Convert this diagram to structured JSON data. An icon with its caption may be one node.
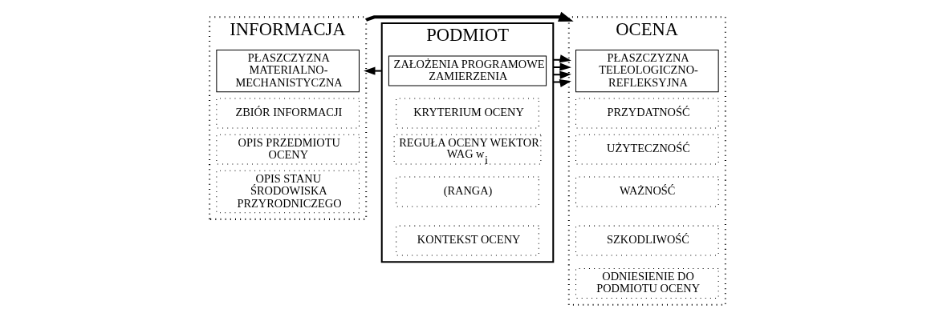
{
  "diagram": {
    "nodes": [
      {
        "text": [
          "INFORMACJA"
        ]
      },
      {
        "text": [
          "PŁASZCZYZNA MATERIALNO-MECHANISTYCZNA"
        ],
        "in": 0
      },
      {
        "text": [
          "ZBIÓR INFORMACJI"
        ],
        "in": 0
      },
      {
        "text": [
          "OPIS PRZEDMIOTU OCENY"
        ],
        "in": 0
      },
      {
        "text": [
          "OPIS STANU ŚRODOWISKA PRZYRODNICZEGO"
        ],
        "in": 0
      },
      {
        "text": [
          "PODMIOT"
        ]
      },
      {
        "text": [
          "ZAŁOŻENIA PROGRAMOWE ZAMIERZENIA"
        ],
        "in": 5
      },
      {
        "text": [
          "KRYTERIUM OCENY"
        ],
        "in": 5
      },
      {
        "text": [
          "REGUŁA OCENY WEKTOR WAG w$_{i}$"
        ],
        "in": 5
      },
      {
        "text": [
          "(RANGA)"
        ],
        "in": 5
      },
      {
        "text": [
          "KONTEKST OCENY"
        ],
        "in": 5
      },
      {
        "text": [
          "OCENA"
        ]
      },
      {
        "text": [
          "PŁASZCZYZNA TELEOLOGICZNO-REFLEKSYJNA"
        ],
        "in": 11
      },
      {
        "text": [
          "PRZYDATNOŚĆ"
        ],
        "in": 11
      },
      {
        "text": [
          "UŻYTECZNOŚĆ"
        ],
        "in": 11
      },
      {
        "text": [
          "WAŻNOŚĆ"
        ],
        "in": 11
      },
      {
        "text": [
          "SZKODLIWOŚĆ"
        ],
        "in": 11
      },
      {
        "text": [
          "ODNIESIENIE DO PODMIOTU OCENY"
        ],
        "in": 11
      }
    ],
    "edges": [
      {
        "from": 5,
        "to": 0,
        "arrow": "to"
      },
      {
        "from": 5,
        "to": 11,
        "arrow": "to"
      },
      {
        "from": 0,
        "to": 11,
        "arrow": "to",
        "style": "thick"
      },
      {
        "from": 5,
        "to": 11,
        "arrow": "to"
      },
      {
        "from": 5,
        "to": 11,
        "arrow": "to"
      },
      {
        "from": 5,
        "to": 11,
        "arrow": "to"
      }
    ]
  }
}
